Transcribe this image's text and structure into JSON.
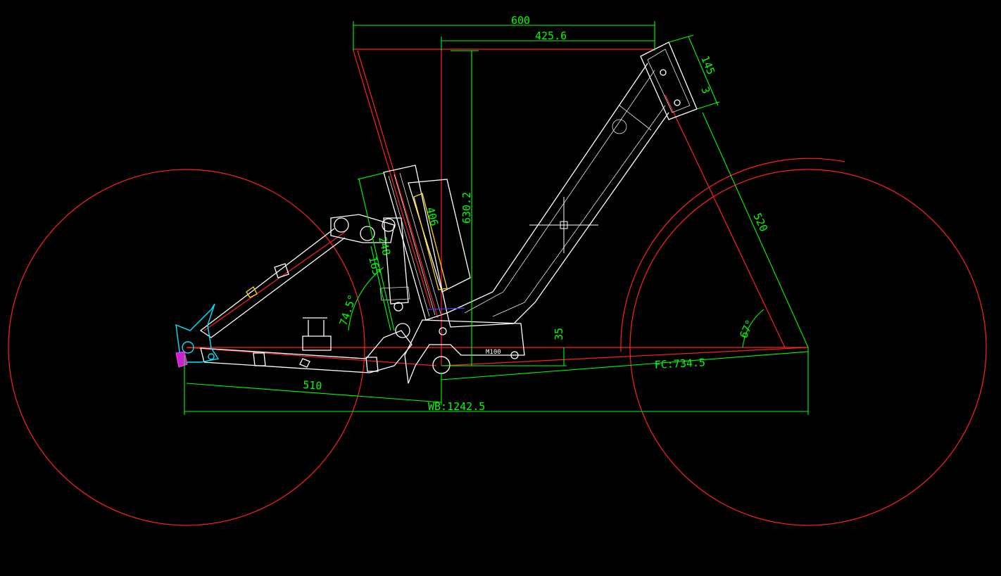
{
  "drawing": {
    "background": "#000000",
    "colors": {
      "wheels_and_geometry": "#ff2020",
      "dimensions": "#00ff00",
      "frame": "#ffffff",
      "dropout": "#00e5ff",
      "derailleur_hanger": "#ff40ff",
      "battery_outline": "#ffd800"
    },
    "dimensions": {
      "top_length": "600",
      "reach": "425.6",
      "head_tube": "145",
      "head_offset": "3",
      "stack": "630.2",
      "fork_length": "520",
      "battery": "406",
      "shock_eye": "248",
      "shock_stroke": "165",
      "seat_angle": "74.5°",
      "head_angle": "67°",
      "bb_drop": "35",
      "chainstay": "510",
      "front_center": "FC:734.5",
      "wheelbase": "WB:1242.5",
      "motor_label": "M100"
    }
  }
}
